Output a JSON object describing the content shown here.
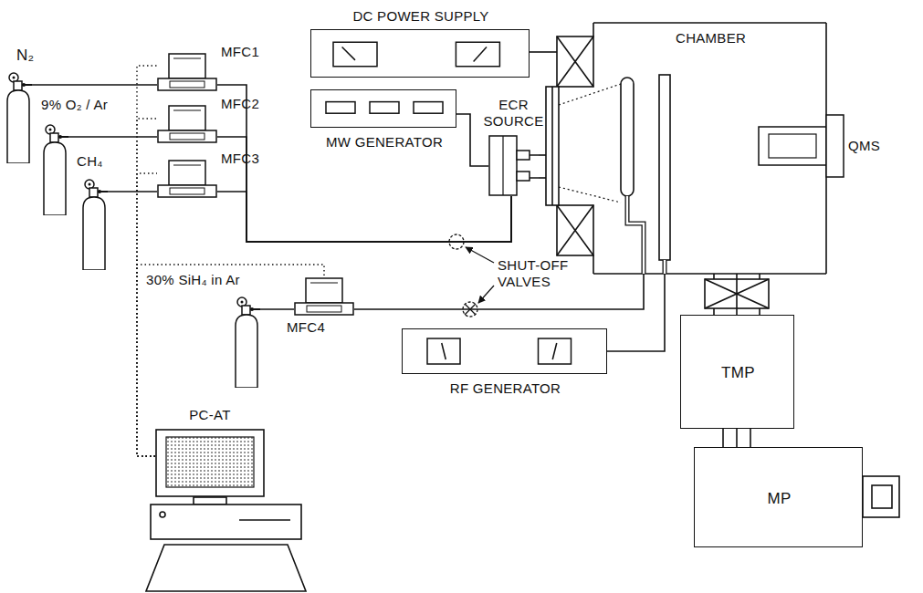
{
  "diagram": {
    "nodes": [
      {
        "text": [
          "DC POWER SUPPLY"
        ]
      },
      {
        "text": [
          "MW GENERATOR"
        ]
      },
      {
        "text": [
          "ECR SOURCE"
        ]
      },
      {
        "text": [
          "CHAMBER"
        ]
      },
      {
        "text": [
          "QMS"
        ],
        "in": 3
      },
      {
        "text": [
          "MFC1"
        ]
      },
      {
        "text": [
          "MFC2"
        ]
      },
      {
        "text": [
          "MFC3"
        ]
      },
      {
        "text": [
          "MFC4"
        ]
      },
      {
        "text": [
          "RF GENERATOR"
        ]
      },
      {
        "text": [
          "TMP"
        ]
      },
      {
        "text": [
          "MP"
        ]
      },
      {
        "text": [
          "PC-AT"
        ]
      }
    ],
    "edges": [
      {
        "from": 0,
        "to": 3,
        "arrow": "none"
      },
      {
        "from": 1,
        "to": 2,
        "arrow": "none"
      },
      {
        "from": 5,
        "to": 2,
        "arrow": "none"
      },
      {
        "from": 6,
        "to": 2,
        "arrow": "none"
      },
      {
        "from": 7,
        "to": 2,
        "arrow": "none"
      },
      {
        "from": 8,
        "to": 3,
        "arrow": "none"
      },
      {
        "from": 9,
        "to": 3,
        "arrow": "none"
      },
      {
        "from": 3,
        "to": 10,
        "arrow": "none"
      },
      {
        "from": 10,
        "to": 11,
        "arrow": "none"
      },
      {
        "from": 12,
        "to": 5,
        "arrow": "none"
      },
      {
        "from": 12,
        "to": 6,
        "arrow": "none"
      },
      {
        "from": 12,
        "to": 7,
        "arrow": "none"
      },
      {
        "from": 12,
        "to": 8,
        "arrow": "none"
      }
    ],
    "labels": [
      "N₂",
      "9% O₂ / Ar",
      "CH₄",
      "30% SiH₄ in Ar",
      "SHUT-OFF VALVES"
    ]
  }
}
